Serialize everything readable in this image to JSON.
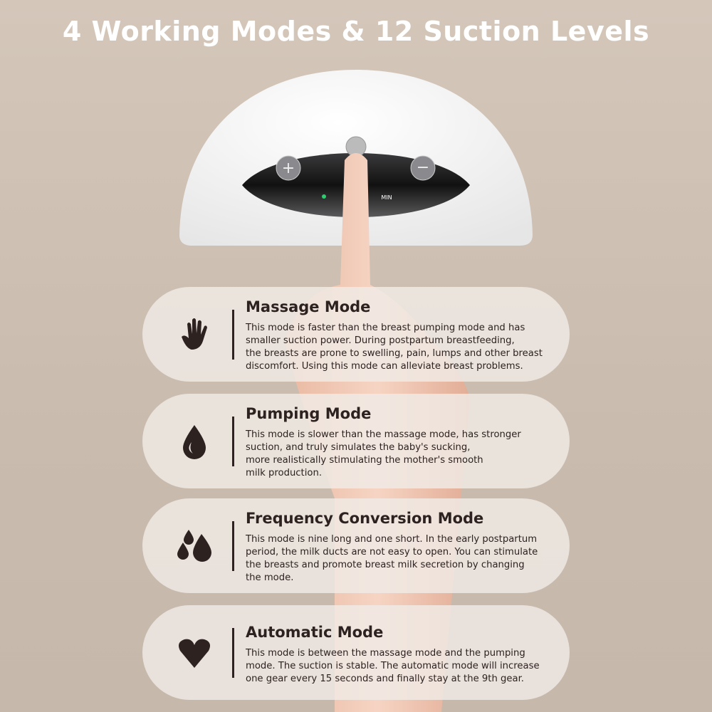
{
  "title": "4 Working Modes & 12 Suction Levels",
  "device": {
    "display_label": "MIN",
    "indicator_color": "#2ecc71"
  },
  "colors": {
    "background": "#cbbdb0",
    "text": "#2d2220",
    "title": "#ffffff"
  },
  "modes": [
    {
      "icon": "hand-icon",
      "title": "Massage Mode",
      "lines": [
        "This mode is faster than the breast pumping mode and has",
        "smaller suction power. During postpartum breastfeeding,",
        "the breasts are prone to swelling, pain, lumps and other breast",
        "discomfort. Using this mode can alleviate breast problems."
      ]
    },
    {
      "icon": "drop-icon",
      "title": "Pumping Mode",
      "lines": [
        "This mode is slower than the massage mode, has stronger",
        "suction, and truly simulates the baby's sucking,",
        "more realistically stimulating the mother's smooth",
        "milk production."
      ]
    },
    {
      "icon": "droplets-icon",
      "title": "Frequency Conversion Mode",
      "lines": [
        "This mode is nine long and one short. In the early postpartum",
        "period, the milk ducts are not easy to open. You can stimulate",
        "the breasts and promote breast milk secretion by changing",
        "the mode."
      ]
    },
    {
      "icon": "heart-icon",
      "title": "Automatic Mode",
      "lines": [
        "This mode is between the massage mode and the pumping",
        "mode. The suction is stable. The automatic mode will increase",
        "one gear every 15 seconds and finally stay at the 9th gear."
      ]
    }
  ]
}
